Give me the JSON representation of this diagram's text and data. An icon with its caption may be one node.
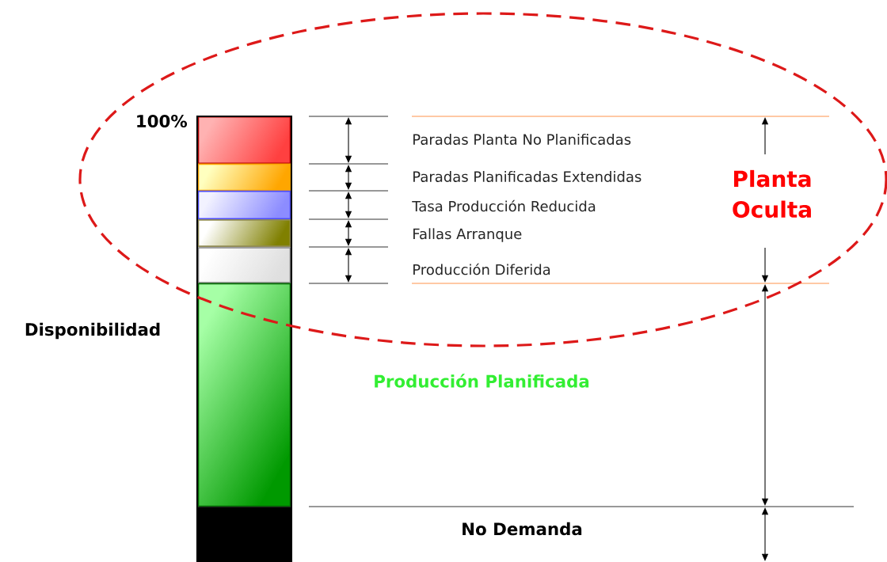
{
  "diagram": {
    "nodes": [
      {
        "text": [],
        "shape": "bar"
      },
      {
        "text": [],
        "shape": "bar"
      },
      {
        "text": [],
        "shape": "bar"
      },
      {
        "text": [],
        "shape": "bar"
      },
      {
        "text": [],
        "shape": "bar"
      },
      {
        "text": [],
        "shape": "bar"
      },
      {
        "text": [],
        "shape": "bar"
      }
    ],
    "labels": [
      "100%",
      "Paradas Planta No Planificadas",
      "Paradas Planificadas Extendidas",
      "Planta Oculta",
      "Tasa Producción Reducida",
      "Fallas Arranque",
      "Producción Diferida",
      "Disponibilidad",
      "Producción Planificada",
      "No Demanda"
    ]
  }
}
